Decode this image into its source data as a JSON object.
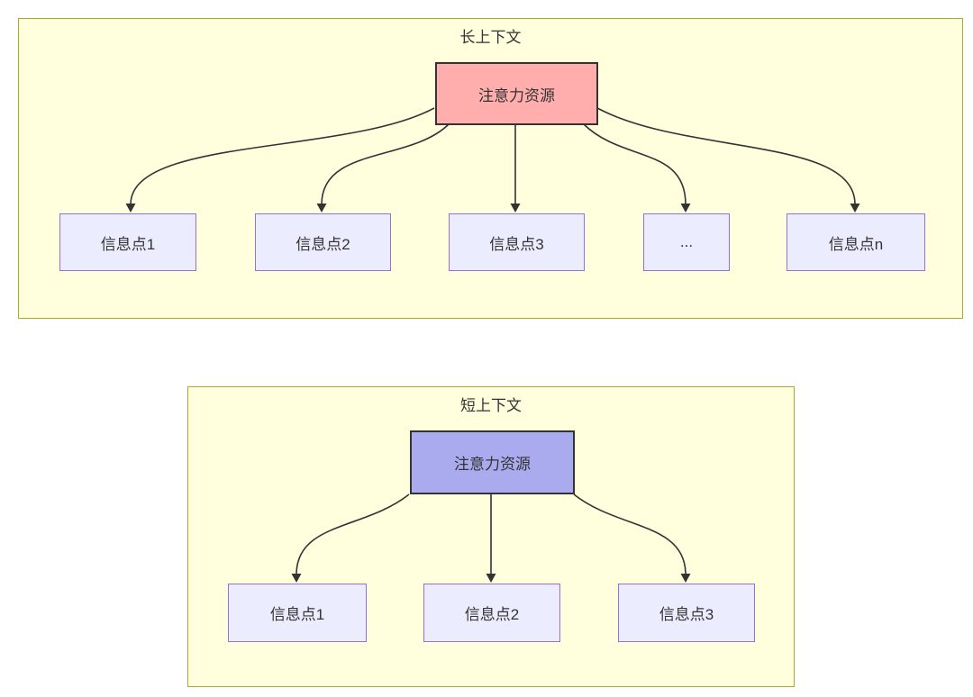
{
  "diagram": {
    "colors": {
      "background": "#ffffff",
      "cluster_fill": "#ffffde",
      "cluster_border": "#aaaa33",
      "node_fill": "#ececff",
      "node_border": "#9370db",
      "hub_border": "#333333",
      "edge": "#333333",
      "text": "#333333"
    },
    "clusters": [
      {
        "title": "长上下文",
        "hub": {
          "label": "注意力资源",
          "fill": "#ffadad"
        },
        "nodes": [
          "信息点1",
          "信息点2",
          "信息点3",
          "...",
          "信息点n"
        ]
      },
      {
        "title": "短上下文",
        "hub": {
          "label": "注意力资源",
          "fill": "#aaaaee"
        },
        "nodes": [
          "信息点1",
          "信息点2",
          "信息点3"
        ]
      }
    ]
  }
}
